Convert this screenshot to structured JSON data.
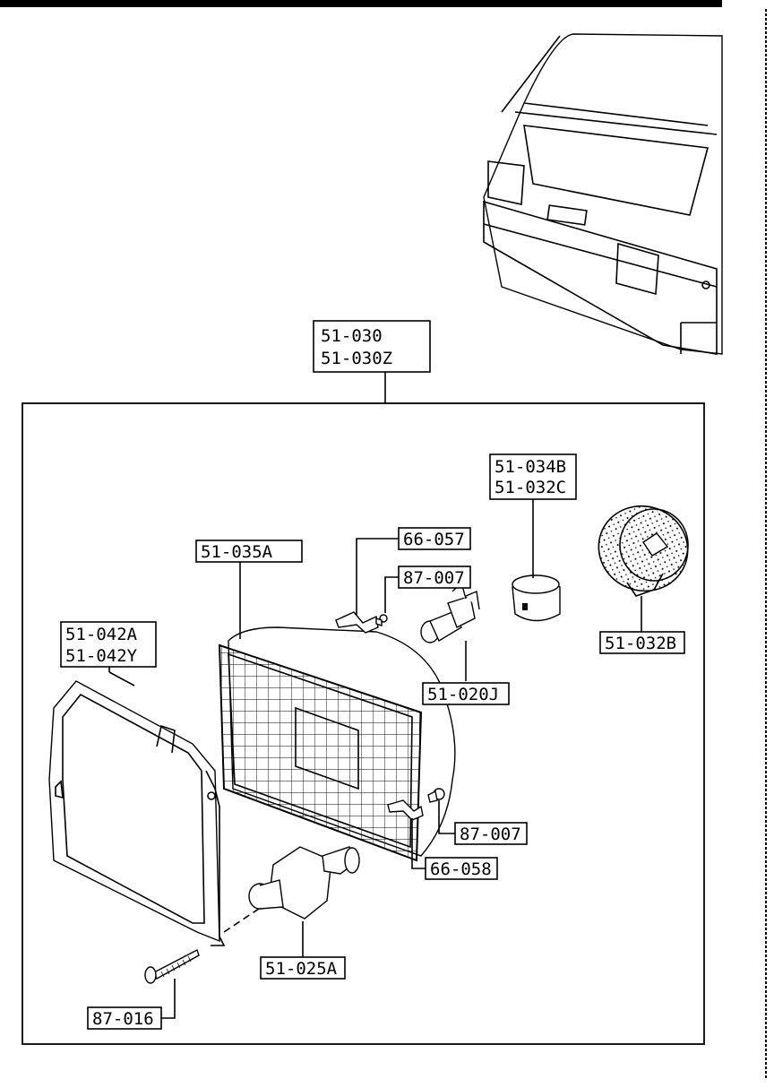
{
  "callouts": {
    "assembly_a": "51-030",
    "assembly_b": "51-030Z",
    "bulb_cap_a": "51-034B",
    "bulb_cap_b": "51-032C",
    "clip_upper": "66-057",
    "screw_upper": "87-007",
    "headlamp_unit": "51-035A",
    "bezel_a": "51-042A",
    "bezel_b": "51-042Y",
    "socket_cover": "51-032B",
    "bulb": "51-020J",
    "screw_lower": "87-007",
    "clip_lower": "66-058",
    "adjuster": "51-025A",
    "long_screw": "87-016"
  }
}
